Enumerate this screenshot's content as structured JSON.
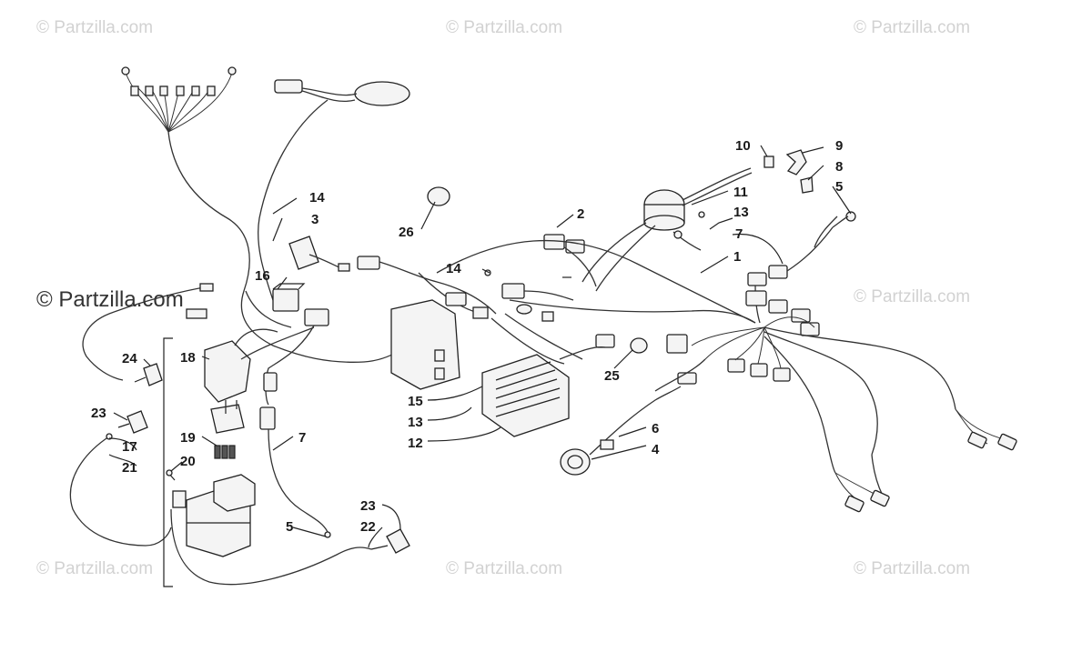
{
  "watermark": {
    "text": "© Partzilla.com"
  },
  "callouts": {
    "c1": "1",
    "c2": "2",
    "c3": "3",
    "c4": "4",
    "c5a": "5",
    "c5b": "5",
    "c6": "6",
    "c7a": "7",
    "c7b": "7",
    "c8": "8",
    "c9": "9",
    "c10": "10",
    "c11": "11",
    "c12": "12",
    "c13a": "13",
    "c13b": "13",
    "c14a": "14",
    "c14b": "14",
    "c15": "15",
    "c16": "16",
    "c17": "17",
    "c18": "18",
    "c19": "19",
    "c20": "20",
    "c21": "21",
    "c22": "22",
    "c23a": "23",
    "c23b": "23",
    "c24": "24",
    "c25": "25",
    "c26": "26"
  },
  "colors": {
    "line": "#222222",
    "watermark_faint": "#d2d2d2",
    "watermark_main": "#333333",
    "background": "#ffffff"
  }
}
